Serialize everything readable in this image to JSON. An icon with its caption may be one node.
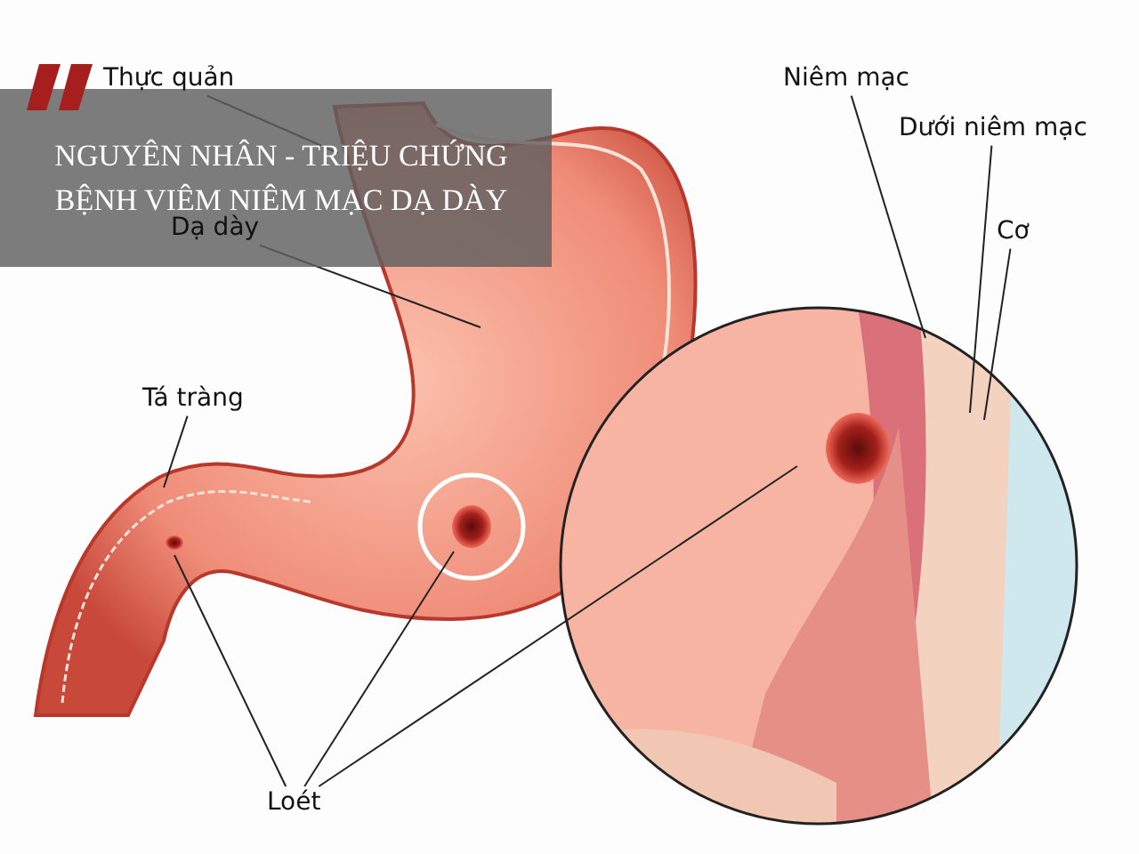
{
  "diagram": {
    "title": "NGUYÊN NHÂN - TRIỆU CHỨNG BỆNH VIÊM NIÊM MẠC DẠ DÀY",
    "nodes": [
      {
        "text": [
          "Thực quản"
        ]
      },
      {
        "text": [
          "Dạ dày"
        ]
      },
      {
        "text": [
          "Tá tràng"
        ]
      },
      {
        "text": [
          "Loét"
        ]
      },
      {
        "text": [
          "Niêm mạc"
        ]
      },
      {
        "text": [
          "Dưới niêm mạc"
        ]
      },
      {
        "text": [
          "Cơ"
        ]
      }
    ],
    "edges": [
      {
        "from": 0,
        "to": null,
        "arrow": "none"
      },
      {
        "from": 1,
        "to": null,
        "arrow": "none"
      },
      {
        "from": 2,
        "to": null,
        "arrow": "none"
      },
      {
        "from": 3,
        "to": null,
        "arrow": "none"
      },
      {
        "from": 3,
        "to": null,
        "arrow": "none"
      },
      {
        "from": 3,
        "to": null,
        "arrow": "none"
      },
      {
        "from": 4,
        "to": null,
        "arrow": "none"
      },
      {
        "from": 5,
        "to": null,
        "arrow": "none"
      },
      {
        "from": 6,
        "to": null,
        "arrow": "none"
      }
    ]
  }
}
